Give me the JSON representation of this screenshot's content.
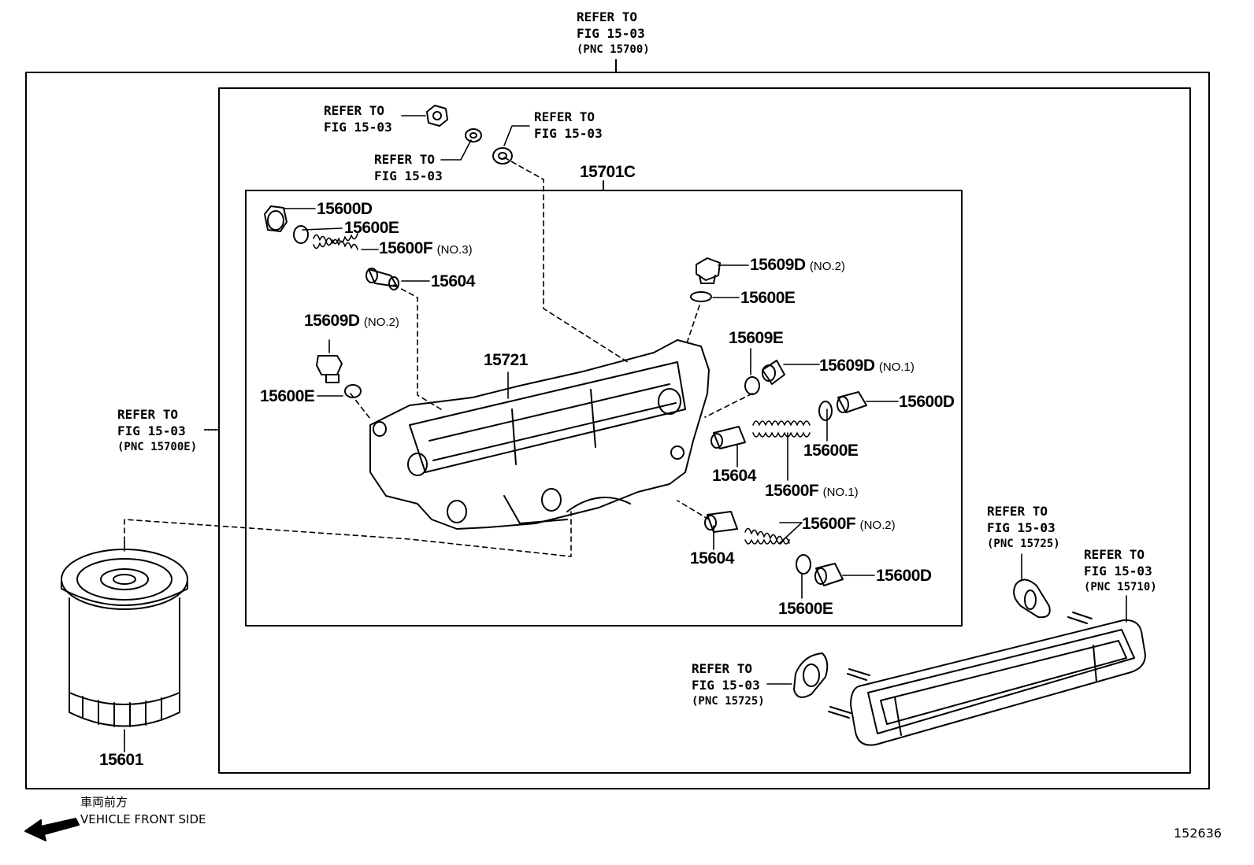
{
  "figure_number": "152636",
  "refer": {
    "top": {
      "line1": "REFER TO",
      "line2": "FIG 15-03",
      "line3": "(PNC 15700)"
    },
    "nut": {
      "line1": "REFER TO",
      "line2": "FIG 15-03"
    },
    "washer": {
      "line1": "REFER TO",
      "line2": "FIG 15-03"
    },
    "seal": {
      "line1": "REFER TO",
      "line2": "FIG 15-03"
    },
    "left": {
      "line1": "REFER TO",
      "line2": "FIG 15-03",
      "line3": "(PNC 15700E)"
    },
    "gasket_right": {
      "line1": "REFER TO",
      "line2": "FIG 15-03",
      "line3": "(PNC 15725)"
    },
    "cooler": {
      "line1": "REFER TO",
      "line2": "FIG 15-03",
      "line3": "(PNC 15710)"
    },
    "gasket_bottom": {
      "line1": "REFER TO",
      "line2": "FIG 15-03",
      "line3": "(PNC 15725)"
    }
  },
  "parts": {
    "p15701c": "15701C",
    "p15600d_a": "15600D",
    "p15600e_a": "15600E",
    "p15600f_a": "15600F",
    "p15600f_a_note": "(NO.3)",
    "p15604_a": "15604",
    "p15609d_a": "15609D",
    "p15609d_a_note": "(NO.2)",
    "p15600e_b": "15600E",
    "p15609d_b": "15609D",
    "p15609d_b_note": "(NO.2)",
    "p15600e_c": "15600E",
    "p15721": "15721",
    "p15609e": "15609E",
    "p15609d_c": "15609D",
    "p15609d_c_note": "(NO.1)",
    "p15600d_b": "15600D",
    "p15600e_d": "15600E",
    "p15604_b": "15604",
    "p15600f_b": "15600F",
    "p15600f_b_note": "(NO.1)",
    "p15600f_c": "15600F",
    "p15600f_c_note": "(NO.2)",
    "p15604_c": "15604",
    "p15600d_c": "15600D",
    "p15600e_e": "15600E",
    "p15601": "15601"
  },
  "vehicle_front": {
    "jp": "車両前方",
    "en": "VEHICLE FRONT SIDE"
  }
}
